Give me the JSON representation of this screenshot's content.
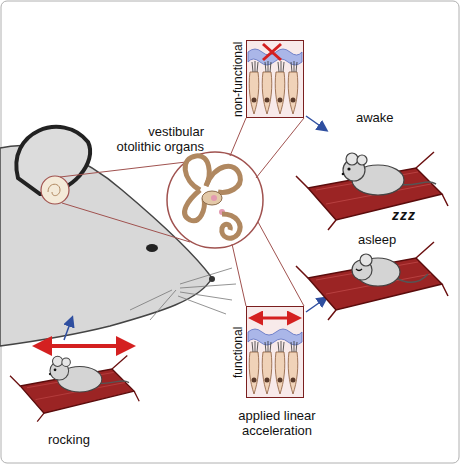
{
  "diagram": {
    "nodes": [
      {
        "text": [
          "non-functional"
        ]
      },
      {
        "text": [
          "functional"
        ]
      }
    ],
    "labels": [
      "vestibular otolithic organs",
      "awake",
      "zzz",
      "asleep",
      "rocking",
      "applied linear acceleration"
    ]
  }
}
